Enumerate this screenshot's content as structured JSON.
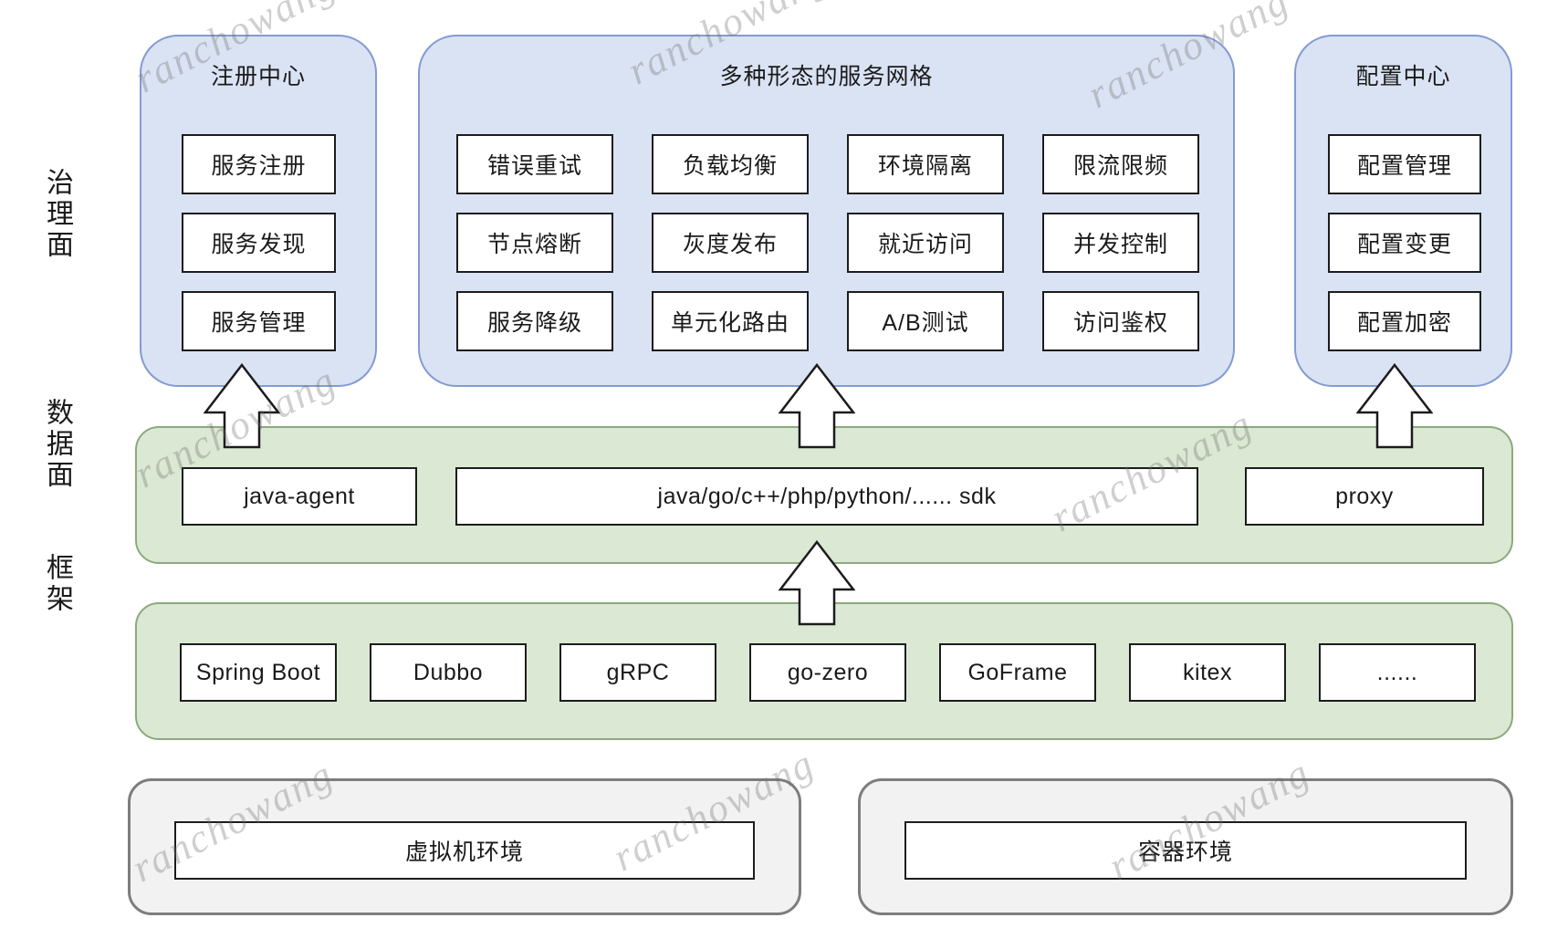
{
  "watermark": {
    "text": "ranchowang"
  },
  "side_labels": {
    "governance": "治理面",
    "data": "数据面",
    "framework": "框架"
  },
  "governance_plane": {
    "registry": {
      "title": "注册中心",
      "items": [
        "服务注册",
        "服务发现",
        "服务管理"
      ]
    },
    "mesh": {
      "title": "多种形态的服务网格",
      "rows": [
        [
          "错误重试",
          "负载均衡",
          "环境隔离",
          "限流限频"
        ],
        [
          "节点熔断",
          "灰度发布",
          "就近访问",
          "并发控制"
        ],
        [
          "服务降级",
          "单元化路由",
          "A/B测试",
          "访问鉴权"
        ]
      ]
    },
    "config": {
      "title": "配置中心",
      "items": [
        "配置管理",
        "配置变更",
        "配置加密"
      ]
    }
  },
  "data_plane": {
    "items": [
      "java-agent",
      "java/go/c++/php/python/...... sdk",
      "proxy"
    ]
  },
  "framework_layer": {
    "items": [
      "Spring Boot",
      "Dubbo",
      "gRPC",
      "go-zero",
      "GoFrame",
      "kitex",
      "......"
    ]
  },
  "environment_layer": {
    "items": [
      "虚拟机环境",
      "容器环境"
    ]
  },
  "colors": {
    "blue_fill": "#dae3f4",
    "blue_border": "#839bd1",
    "green_fill": "#dbe8d3",
    "green_border": "#8aab7c",
    "gray_fill": "#f2f2f2",
    "gray_border": "#7d7d7d",
    "box_border": "#1c1c1c"
  }
}
